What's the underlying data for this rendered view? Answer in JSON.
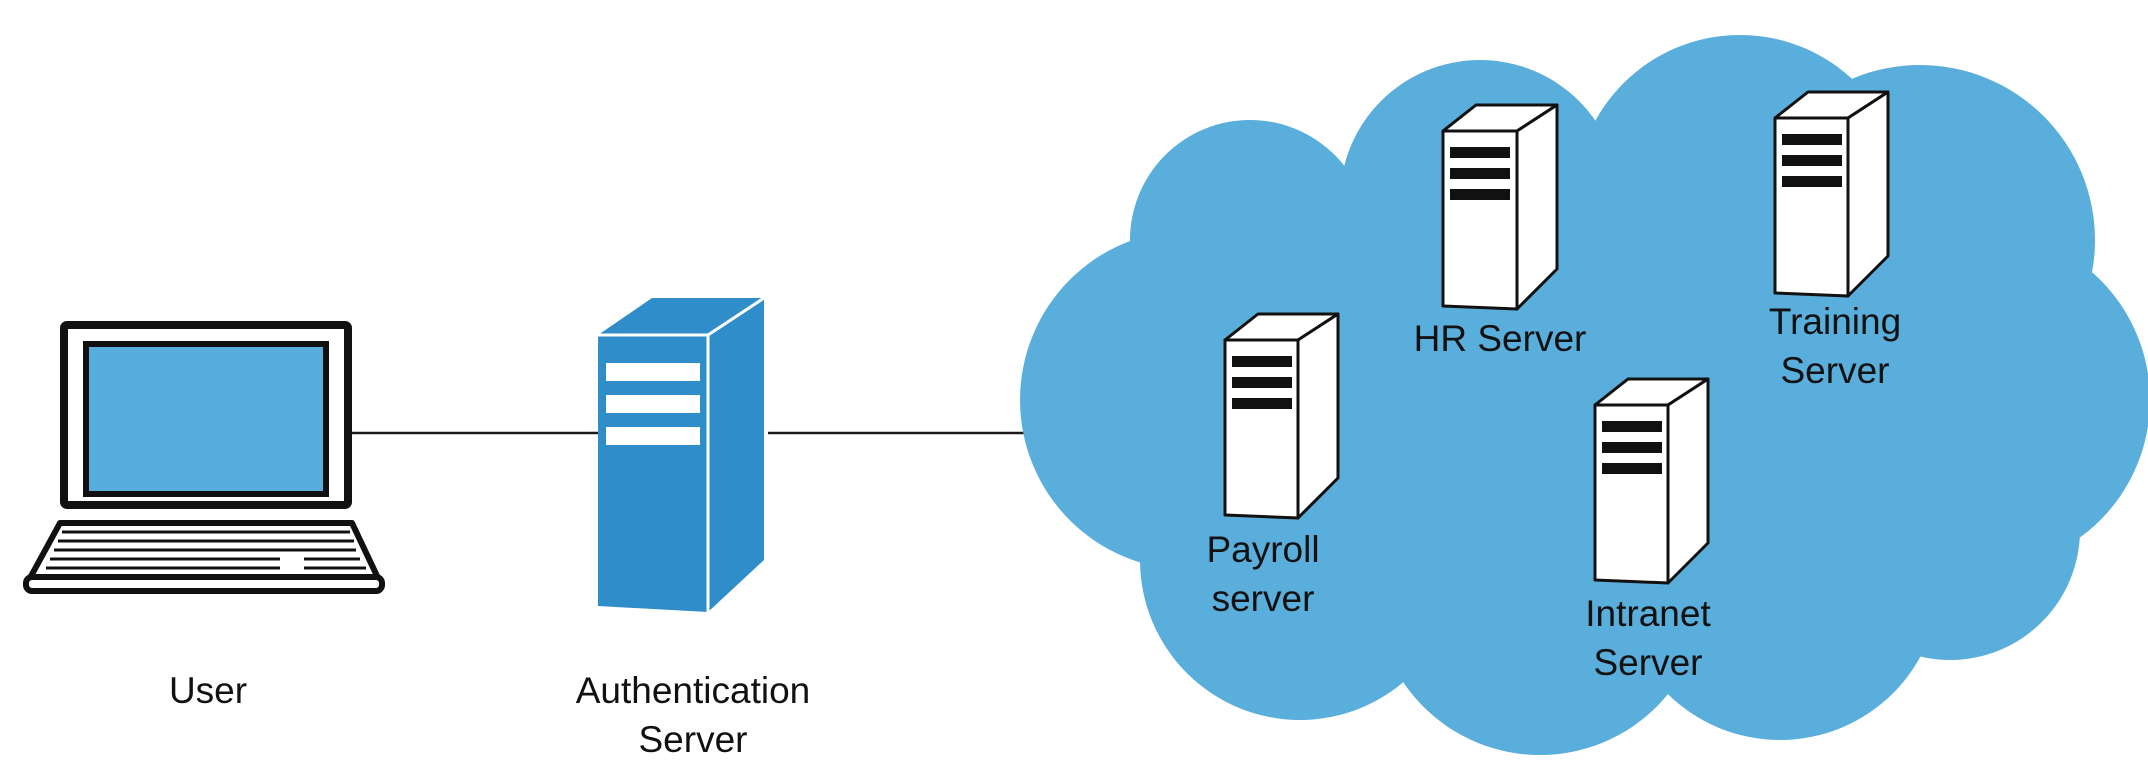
{
  "colors": {
    "background": "#ffffff",
    "cloud": "#5aaedb",
    "screen": "#57addc",
    "auth_server": "#2f8dc9",
    "connector": "#1a1a1a",
    "server_body": "#ffffff",
    "outline": "#111111"
  },
  "nodes": {
    "user": {
      "label": "User",
      "icon": "laptop-icon"
    },
    "auth": {
      "label_line1": "Authentication",
      "label_line2": "Server",
      "icon": "server-tower-icon"
    },
    "payroll": {
      "label_line1": "Payroll",
      "label_line2": "server",
      "icon": "server-tower-icon"
    },
    "hr": {
      "label": "HR Server",
      "icon": "server-tower-icon"
    },
    "training": {
      "label_line1": "Training",
      "label_line2": "Server",
      "icon": "server-tower-icon"
    },
    "intranet": {
      "label_line1": "Intranet",
      "label_line2": "Server",
      "icon": "server-tower-icon"
    }
  },
  "network": {
    "icon": "cloud-icon"
  }
}
